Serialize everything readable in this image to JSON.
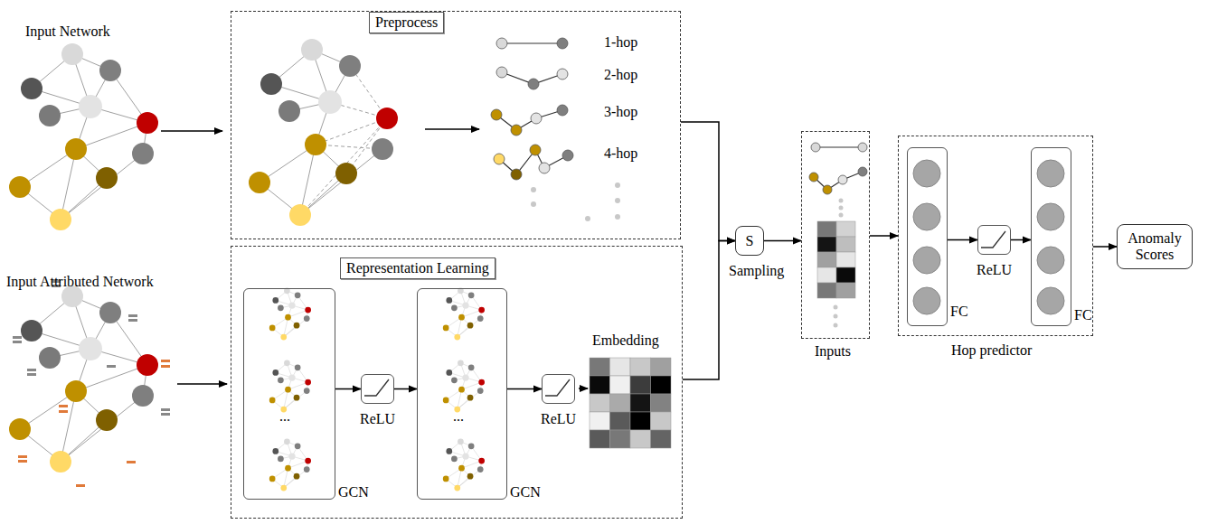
{
  "diagram": {
    "nodes": [
      {
        "text": [
          "Preprocess"
        ]
      },
      {
        "text": [
          "Representation Learning"
        ]
      },
      {
        "text": [
          "GCN"
        ],
        "in": 1
      },
      {
        "text": [
          "ReLU"
        ],
        "in": 1
      },
      {
        "text": [
          "GCN"
        ],
        "in": 1
      },
      {
        "text": [
          "ReLU"
        ],
        "in": 1
      },
      {
        "text": [
          "S",
          "Sampling"
        ]
      },
      {
        "text": [
          "Inputs"
        ]
      },
      {
        "text": [
          "Hop predictor"
        ]
      },
      {
        "text": [
          "FC"
        ],
        "in": 8
      },
      {
        "text": [
          "ReLU"
        ],
        "in": 8
      },
      {
        "text": [
          "FC"
        ],
        "in": 8
      },
      {
        "text": [
          "Anomaly Scores"
        ]
      }
    ],
    "edges": [
      {
        "from": 0,
        "to": 6,
        "arrow": "to"
      },
      {
        "from": 1,
        "to": 6,
        "arrow": "to"
      },
      {
        "from": 6,
        "to": 7,
        "arrow": "to"
      },
      {
        "from": 7,
        "to": 8,
        "arrow": "to"
      },
      {
        "from": 8,
        "to": 12,
        "arrow": "to"
      },
      {
        "from": 2,
        "to": 3,
        "arrow": "to"
      },
      {
        "from": 3,
        "to": 4,
        "arrow": "to"
      },
      {
        "from": 4,
        "to": 5,
        "arrow": "to"
      },
      {
        "from": 9,
        "to": 10,
        "arrow": "to"
      },
      {
        "from": 10,
        "to": 11,
        "arrow": "to"
      }
    ],
    "labels": [
      "Input Network",
      "Input Attributed Network",
      "1-hop",
      "2-hop",
      "3-hop",
      "4-hop",
      "...",
      "...",
      "Embedding"
    ]
  }
}
